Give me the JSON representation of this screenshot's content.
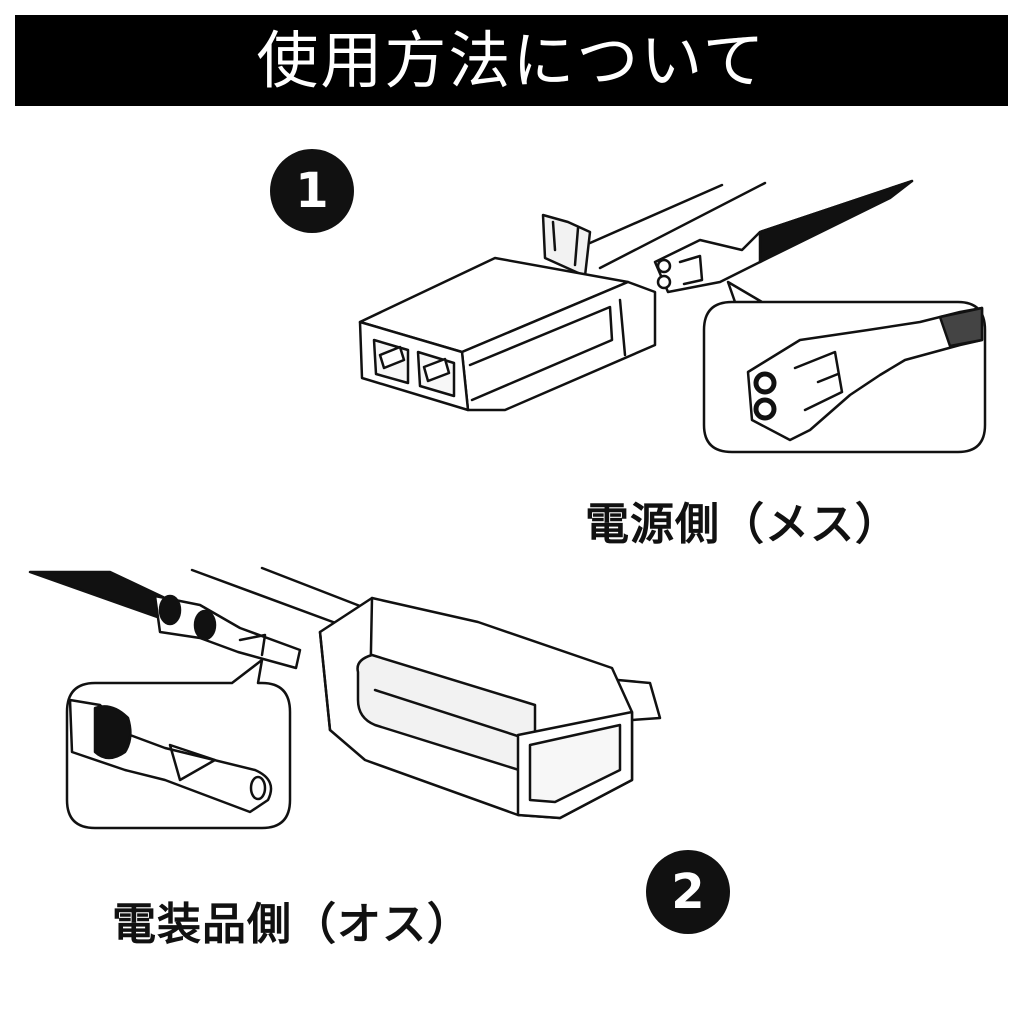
{
  "header": {
    "title": "使用方法について"
  },
  "steps": [
    {
      "number": "1",
      "label": "電源側（メス）"
    },
    {
      "number": "2",
      "label": "電装品側（オス）"
    }
  ],
  "colors": {
    "bar": "#000000",
    "ink": "#111111",
    "paper": "#ffffff",
    "housing_fill": "#f2f2f2"
  }
}
